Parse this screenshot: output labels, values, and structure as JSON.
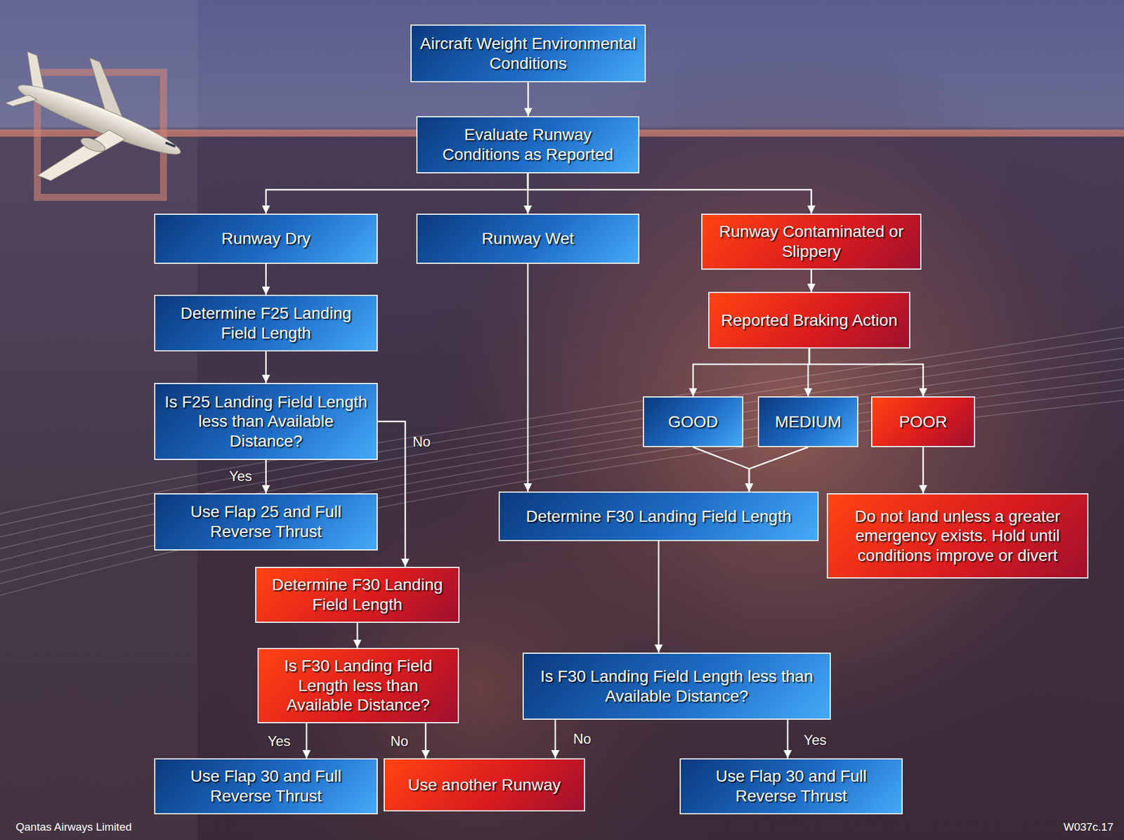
{
  "diagram": {
    "nodes": [
      {
        "text": [
          "Aircraft Weight Environmental Conditions"
        ]
      },
      {
        "text": [
          "Evaluate Runway Conditions as Reported"
        ]
      },
      {
        "text": [
          "Runway Dry"
        ]
      },
      {
        "text": [
          "Runway Wet"
        ]
      },
      {
        "text": [
          "Runway Contaminated or Slippery"
        ]
      },
      {
        "text": [
          "Determine F25 Landing Field Length"
        ]
      },
      {
        "text": [
          "Reported Braking Action"
        ]
      },
      {
        "text": [
          "Is F25 Landing Field Length less than Available Distance?"
        ]
      },
      {
        "text": [
          "GOOD"
        ]
      },
      {
        "text": [
          "MEDIUM"
        ]
      },
      {
        "text": [
          "POOR"
        ]
      },
      {
        "text": [
          "Use Flap 25 and Full Reverse Thrust"
        ]
      },
      {
        "text": [
          "Determine F30 Landing Field Length"
        ]
      },
      {
        "text": [
          "Do not land unless a greater emergency exists. Hold until conditions improve or divert"
        ]
      },
      {
        "text": [
          "Determine F30 Landing Field Length"
        ]
      },
      {
        "text": [
          "Is F30 Landing Field Length less than Available Distance?"
        ]
      },
      {
        "text": [
          "Is F30 Landing Field Length less than Available Distance?"
        ]
      },
      {
        "text": [
          "Use Flap 30 and Full Reverse Thrust"
        ]
      },
      {
        "text": [
          "Use another Runway"
        ]
      },
      {
        "text": [
          "Use Flap 30 and Full Reverse Thrust"
        ]
      }
    ],
    "edges": [
      {
        "from": 0,
        "to": 1,
        "arrow": "to"
      },
      {
        "from": 1,
        "to": 2,
        "arrow": "to"
      },
      {
        "from": 1,
        "to": 3,
        "arrow": "to"
      },
      {
        "from": 1,
        "to": 4,
        "arrow": "to"
      },
      {
        "from": 2,
        "to": 5,
        "arrow": "to"
      },
      {
        "from": 4,
        "to": 6,
        "arrow": "to"
      },
      {
        "from": 5,
        "to": 7,
        "arrow": "to"
      },
      {
        "from": 6,
        "to": 8,
        "arrow": "to"
      },
      {
        "from": 6,
        "to": 9,
        "arrow": "to"
      },
      {
        "from": 6,
        "to": 10,
        "arrow": "to"
      },
      {
        "from": 7,
        "to": 11,
        "label": "Yes",
        "arrow": "to"
      },
      {
        "from": 7,
        "to": 14,
        "label": "No",
        "arrow": "to"
      },
      {
        "from": 3,
        "to": 12,
        "arrow": "to"
      },
      {
        "from": 8,
        "to": 12,
        "arrow": "to"
      },
      {
        "from": 9,
        "to": 12,
        "arrow": "to"
      },
      {
        "from": 10,
        "to": 13,
        "arrow": "to"
      },
      {
        "from": 12,
        "to": 16,
        "arrow": "to"
      },
      {
        "from": 14,
        "to": 15,
        "arrow": "to"
      },
      {
        "from": 15,
        "to": 17,
        "label": "Yes",
        "arrow": "to"
      },
      {
        "from": 15,
        "to": 18,
        "label": "No",
        "arrow": "to"
      },
      {
        "from": 16,
        "to": 18,
        "label": "No",
        "arrow": "to"
      },
      {
        "from": 16,
        "to": 19,
        "label": "Yes",
        "arrow": "to"
      }
    ],
    "labels": [
      "Qantas Airways Limited",
      "W037c.17"
    ]
  }
}
